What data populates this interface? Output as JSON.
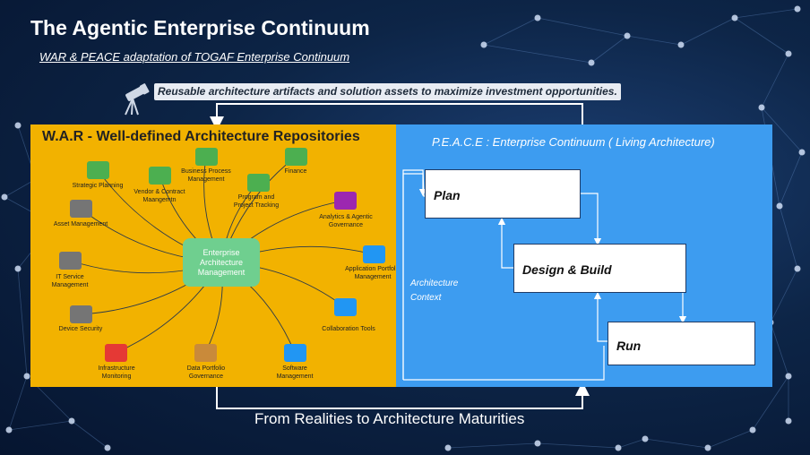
{
  "title": "The Agentic Enterprise Continuum",
  "subtitle": "WAR & PEACE adaptation of  TOGAF Enterprise Continuum",
  "banner": "Reusable architecture artifacts and solution assets to maximize investment opportunities.",
  "war": {
    "title": "W.A.R - Well-defined Architecture Repositories",
    "center": "Enterprise Architecture Management",
    "nodes": [
      {
        "label": "Strategic Planning",
        "color": "#4caf50"
      },
      {
        "label": "Vendor & Contract Maangemtn",
        "color": "#4caf50"
      },
      {
        "label": "Business Process Management",
        "color": "#4caf50"
      },
      {
        "label": "Program and Project Tracking",
        "color": "#4caf50"
      },
      {
        "label": "Finance",
        "color": "#4caf50"
      },
      {
        "label": "Analytics & Agentic Governance",
        "color": "#9c27b0"
      },
      {
        "label": "Application Portfolio Management",
        "color": "#2196f3"
      },
      {
        "label": "Collaboration Tools",
        "color": "#2196f3"
      },
      {
        "label": "Software Management",
        "color": "#2196f3"
      },
      {
        "label": "Data Portfolio Governance",
        "color": "#c98a3a"
      },
      {
        "label": "Infrastructure Monitoring",
        "color": "#e53935"
      },
      {
        "label": "Device Security",
        "color": "#757575"
      },
      {
        "label": "IT Service Management",
        "color": "#757575"
      },
      {
        "label": "Asset Management",
        "color": "#757575"
      }
    ]
  },
  "peace": {
    "title": "P.E.A.C.E : Enterprise  Continuum ( Living Architecture)",
    "context": "Architecture Context",
    "stages": [
      "Plan",
      "Design & Build",
      "Run"
    ]
  },
  "footer": "From Realities to Architecture Maturities"
}
